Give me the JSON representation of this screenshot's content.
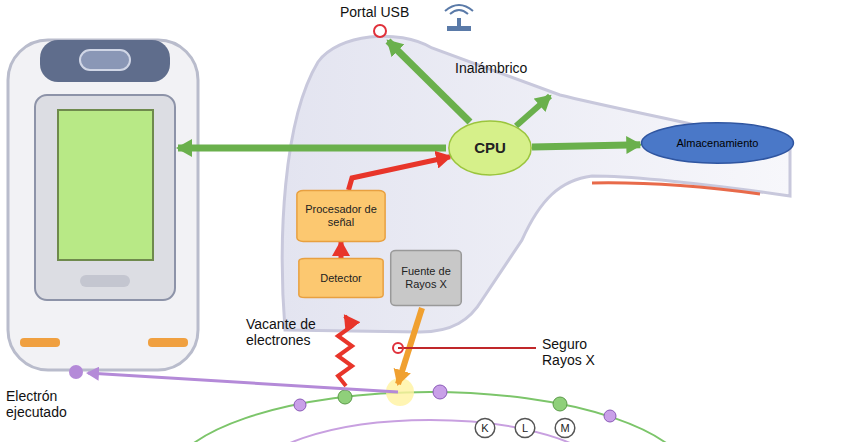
{
  "diagram": {
    "nodes": [
      {
        "text": [
          "CPU"
        ]
      },
      {
        "text": [
          "Almacenamiento"
        ]
      },
      {
        "text": [
          "Procesador de señal"
        ]
      },
      {
        "text": [
          "Detector"
        ]
      },
      {
        "text": [
          "Fuente de Rayos X"
        ]
      },
      {
        "text": [
          "K"
        ]
      },
      {
        "text": [
          "L"
        ]
      },
      {
        "text": [
          "M"
        ]
      }
    ],
    "edges": [
      {
        "from": 3,
        "to": 2,
        "arrow": "to"
      },
      {
        "from": 2,
        "to": 0,
        "arrow": "to"
      },
      {
        "from": 0,
        "to": 1,
        "arrow": "to"
      }
    ],
    "labels": [
      "Portal USB",
      "Inalámbrico",
      "Vacante de electrones",
      "Seguro Rayos X",
      "Electrón ejecutado"
    ]
  }
}
